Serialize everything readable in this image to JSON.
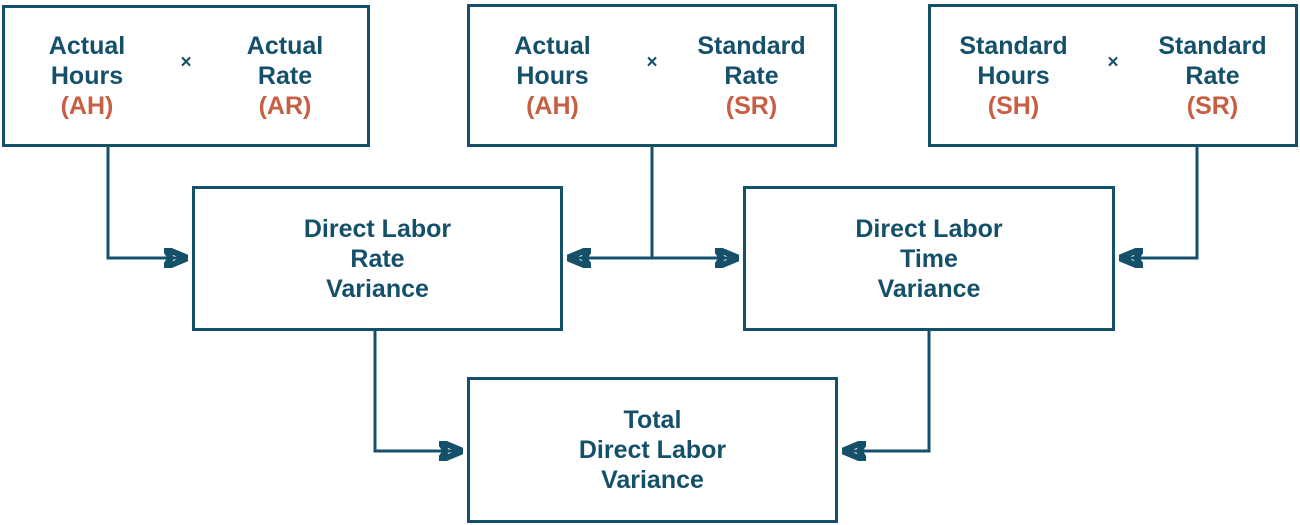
{
  "colors": {
    "outline_and_text": "#15506B",
    "abbreviation_text": "#C75F45",
    "background": "#FFFFFF"
  },
  "top_boxes": [
    {
      "left_term": "Actual\nHours",
      "left_abbr": "(AH)",
      "operator": "×",
      "right_term": "Actual\nRate",
      "right_abbr": "(AR)"
    },
    {
      "left_term": "Actual\nHours",
      "left_abbr": "(AH)",
      "operator": "×",
      "right_term": "Standard\nRate",
      "right_abbr": "(SR)"
    },
    {
      "left_term": "Standard\nHours",
      "left_abbr": "(SH)",
      "operator": "×",
      "right_term": "Standard\nRate",
      "right_abbr": "(SR)"
    }
  ],
  "variance_boxes": [
    {
      "label": "Direct Labor\nRate\nVariance"
    },
    {
      "label": "Direct Labor\nTime\nVariance"
    },
    {
      "label": "Total\nDirect Labor\nVariance"
    }
  ]
}
